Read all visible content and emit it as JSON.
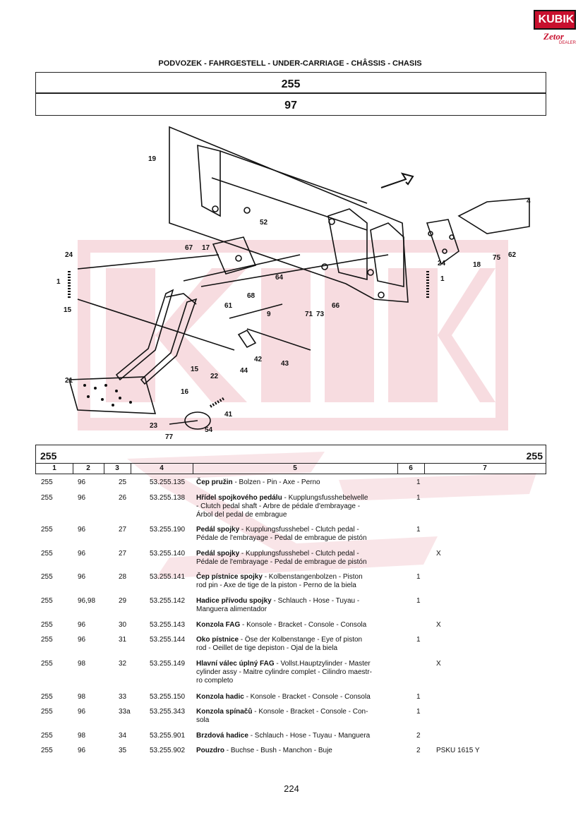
{
  "logo": {
    "brand": "KUBIK",
    "sub": "Zetor",
    "dealer": "DEALER"
  },
  "heading": "PODVOZEK - FAHRGESTELL - UNDER-CARRIAGE - CHÂSSIS - CHASIS",
  "group_number": "255",
  "sub_number": "97",
  "callouts": [
    "19",
    "4",
    "52",
    "17",
    "67",
    "24",
    "1",
    "68",
    "61",
    "64",
    "18",
    "75",
    "62",
    "24",
    "1",
    "15",
    "71",
    "73",
    "66",
    "9",
    "21",
    "16",
    "15",
    "22",
    "44",
    "42",
    "43",
    "23",
    "77",
    "54",
    "41"
  ],
  "section": {
    "left": "255",
    "right": "255"
  },
  "columns": [
    "1",
    "2",
    "3",
    "4",
    "5",
    "6",
    "7"
  ],
  "rows": [
    {
      "c1": "255",
      "c2": "96",
      "c3": "25",
      "c4": "53.255.135",
      "name": "Čep pružin",
      "desc": " - Bolzen - Pin - Axe - Perno",
      "desc2": "",
      "desc3": "",
      "qty": "1",
      "note": ""
    },
    {
      "c1": "255",
      "c2": "96",
      "c3": "26",
      "c4": "53.255.138",
      "name": "Hřídel spojkového pedálu",
      "desc": " - Kupplungsfusshebelwelle",
      "desc2": "- Clutch pedal shaft - Arbre de pédale d'embrayage -",
      "desc3": "Árbol del pedal de embrague",
      "qty": "1",
      "note": ""
    },
    {
      "c1": "255",
      "c2": "96",
      "c3": "27",
      "c4": "53.255.190",
      "name": "Pedál spojky",
      "desc": " - Kupplungsfusshebel - Clutch pedal -",
      "desc2": "Pédale de l'embrayage - Pedal de embrague de pistón",
      "desc3": "",
      "qty": "1",
      "note": ""
    },
    {
      "c1": "255",
      "c2": "96",
      "c3": "27",
      "c4": "53.255.140",
      "name": "Pedál spojky",
      "desc": " - Kupplungsfusshebel - Clutch pedal -",
      "desc2": "Pédale de l'embrayage - Pedal de embrague de pistón",
      "desc3": "",
      "qty": "",
      "note": "X"
    },
    {
      "c1": "255",
      "c2": "96",
      "c3": "28",
      "c4": "53.255.141",
      "name": "Čep pístnice spojky",
      "desc": " - Kolbenstangenbolzen - Piston",
      "desc2": "rod pin - Axe de tige de la piston - Perno de la biela",
      "desc3": "",
      "qty": "1",
      "note": ""
    },
    {
      "c1": "255",
      "c2": "96,98",
      "c3": "29",
      "c4": "53.255.142",
      "name": "Hadice přívodu spojky",
      "desc": " - Schlauch - Hose - Tuyau -",
      "desc2": "Manguera alimentador",
      "desc3": "",
      "qty": "1",
      "note": ""
    },
    {
      "c1": "255",
      "c2": "96",
      "c3": "30",
      "c4": "53.255.143",
      "name": "Konzola FAG",
      "desc": " - Konsole - Bracket - Console - Consola",
      "desc2": "",
      "desc3": "",
      "qty": "",
      "note": "X"
    },
    {
      "c1": "255",
      "c2": "96",
      "c3": "31",
      "c4": "53.255.144",
      "name": "Oko pístnice",
      "desc": " - Öse der Kolbenstange - Eye of piston",
      "desc2": "rod - Oeillet de tige depiston - Ojal de la biela",
      "desc3": "",
      "qty": "1",
      "note": ""
    },
    {
      "c1": "255",
      "c2": "98",
      "c3": "32",
      "c4": "53.255.149",
      "name": "Hlavní válec úplný FAG",
      "desc": " - Vollst.Hauptzylinder - Master",
      "desc2": "cylinder assy - Maitre cylindre complet - Cilindro maestr-",
      "desc3": "ro completo",
      "qty": "",
      "note": "X"
    },
    {
      "c1": "255",
      "c2": "98",
      "c3": "33",
      "c4": "53.255.150",
      "name": "Konzola hadic",
      "desc": " - Konsole - Bracket - Console - Consola",
      "desc2": "",
      "desc3": "",
      "qty": "1",
      "note": ""
    },
    {
      "c1": "255",
      "c2": "96",
      "c3": "33a",
      "c4": "53.255.343",
      "name": "Konzola spínačů",
      "desc": " - Konsole - Bracket - Console - Con-",
      "desc2": "sola",
      "desc3": "",
      "qty": "1",
      "note": ""
    },
    {
      "c1": "255",
      "c2": "98",
      "c3": "34",
      "c4": "53.255.901",
      "name": "Brzdová hadice",
      "desc": " - Schlauch - Hose - Tuyau - Manguera",
      "desc2": "",
      "desc3": "",
      "qty": "2",
      "note": ""
    },
    {
      "c1": "255",
      "c2": "96",
      "c3": "35",
      "c4": "53.255.902",
      "name": "Pouzdro",
      "desc": " - Buchse - Bush - Manchon  - Buje",
      "desc2": "",
      "desc3": "",
      "qty": "2",
      "note": "PSKU 1615 Y"
    }
  ],
  "page_number": "224",
  "colors": {
    "brand_red": "#c8102e",
    "ink": "#111111"
  }
}
